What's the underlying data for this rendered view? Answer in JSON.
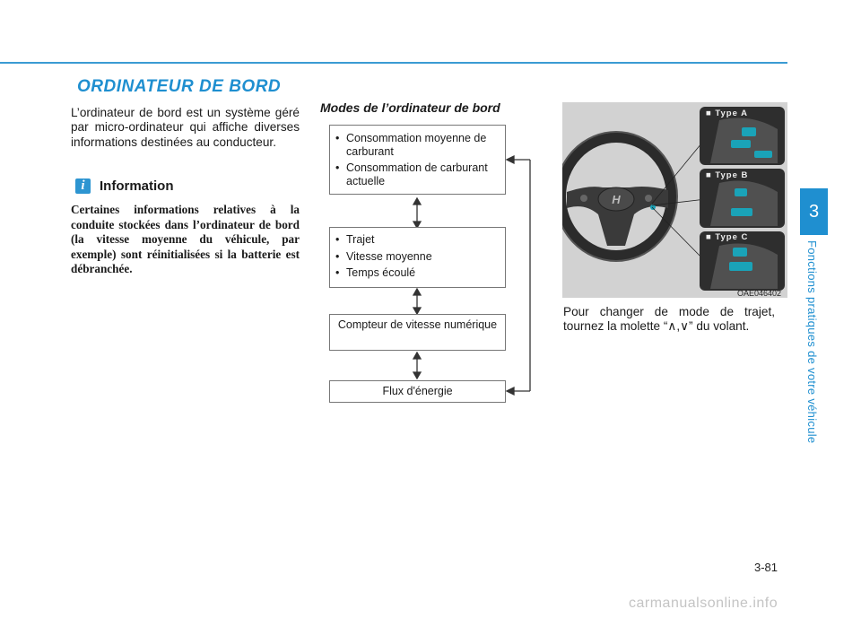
{
  "section_title": "ORDINATEUR DE BORD",
  "intro_text": "L’ordinateur de bord est un système géré par micro-ordinateur qui affiche diverses informations destinées au conducteur.",
  "info": {
    "icon": "i",
    "title": "Information",
    "body": "Certaines informations relatives à la conduite stockées dans l’ordinateur de bord (la vitesse moyenne du véhicule, par exemple) sont réinitialisées si la batterie est débranchée."
  },
  "modes": {
    "title": "Modes de l’ordinateur de bord",
    "box1_items": [
      "Consommation moyenne de carburant",
      "Consommation de carburant actuelle"
    ],
    "box2_items": [
      "Trajet",
      "Vitesse moyenne",
      "Temps écoulé"
    ],
    "box3_text": "Compteur de vitesse numérique",
    "box4_text": "Flux d'énergie"
  },
  "photo": {
    "labels": [
      "Type A",
      "Type B",
      "Type C"
    ],
    "code": "OAE046402"
  },
  "caption": {
    "before": "Pour changer de mode de trajet, tournez la molette “",
    "symbol_up": "∧",
    "sep": ",",
    "symbol_down": "∨",
    "after": "” du volant."
  },
  "chapter": {
    "number": "3",
    "title": "Fonctions pratiques de votre véhicule"
  },
  "page_number": "3-81",
  "watermark": "carmanualsonline.info",
  "colors": {
    "accent": "#1f8fd0",
    "teal_button": "#1aa3b8"
  }
}
